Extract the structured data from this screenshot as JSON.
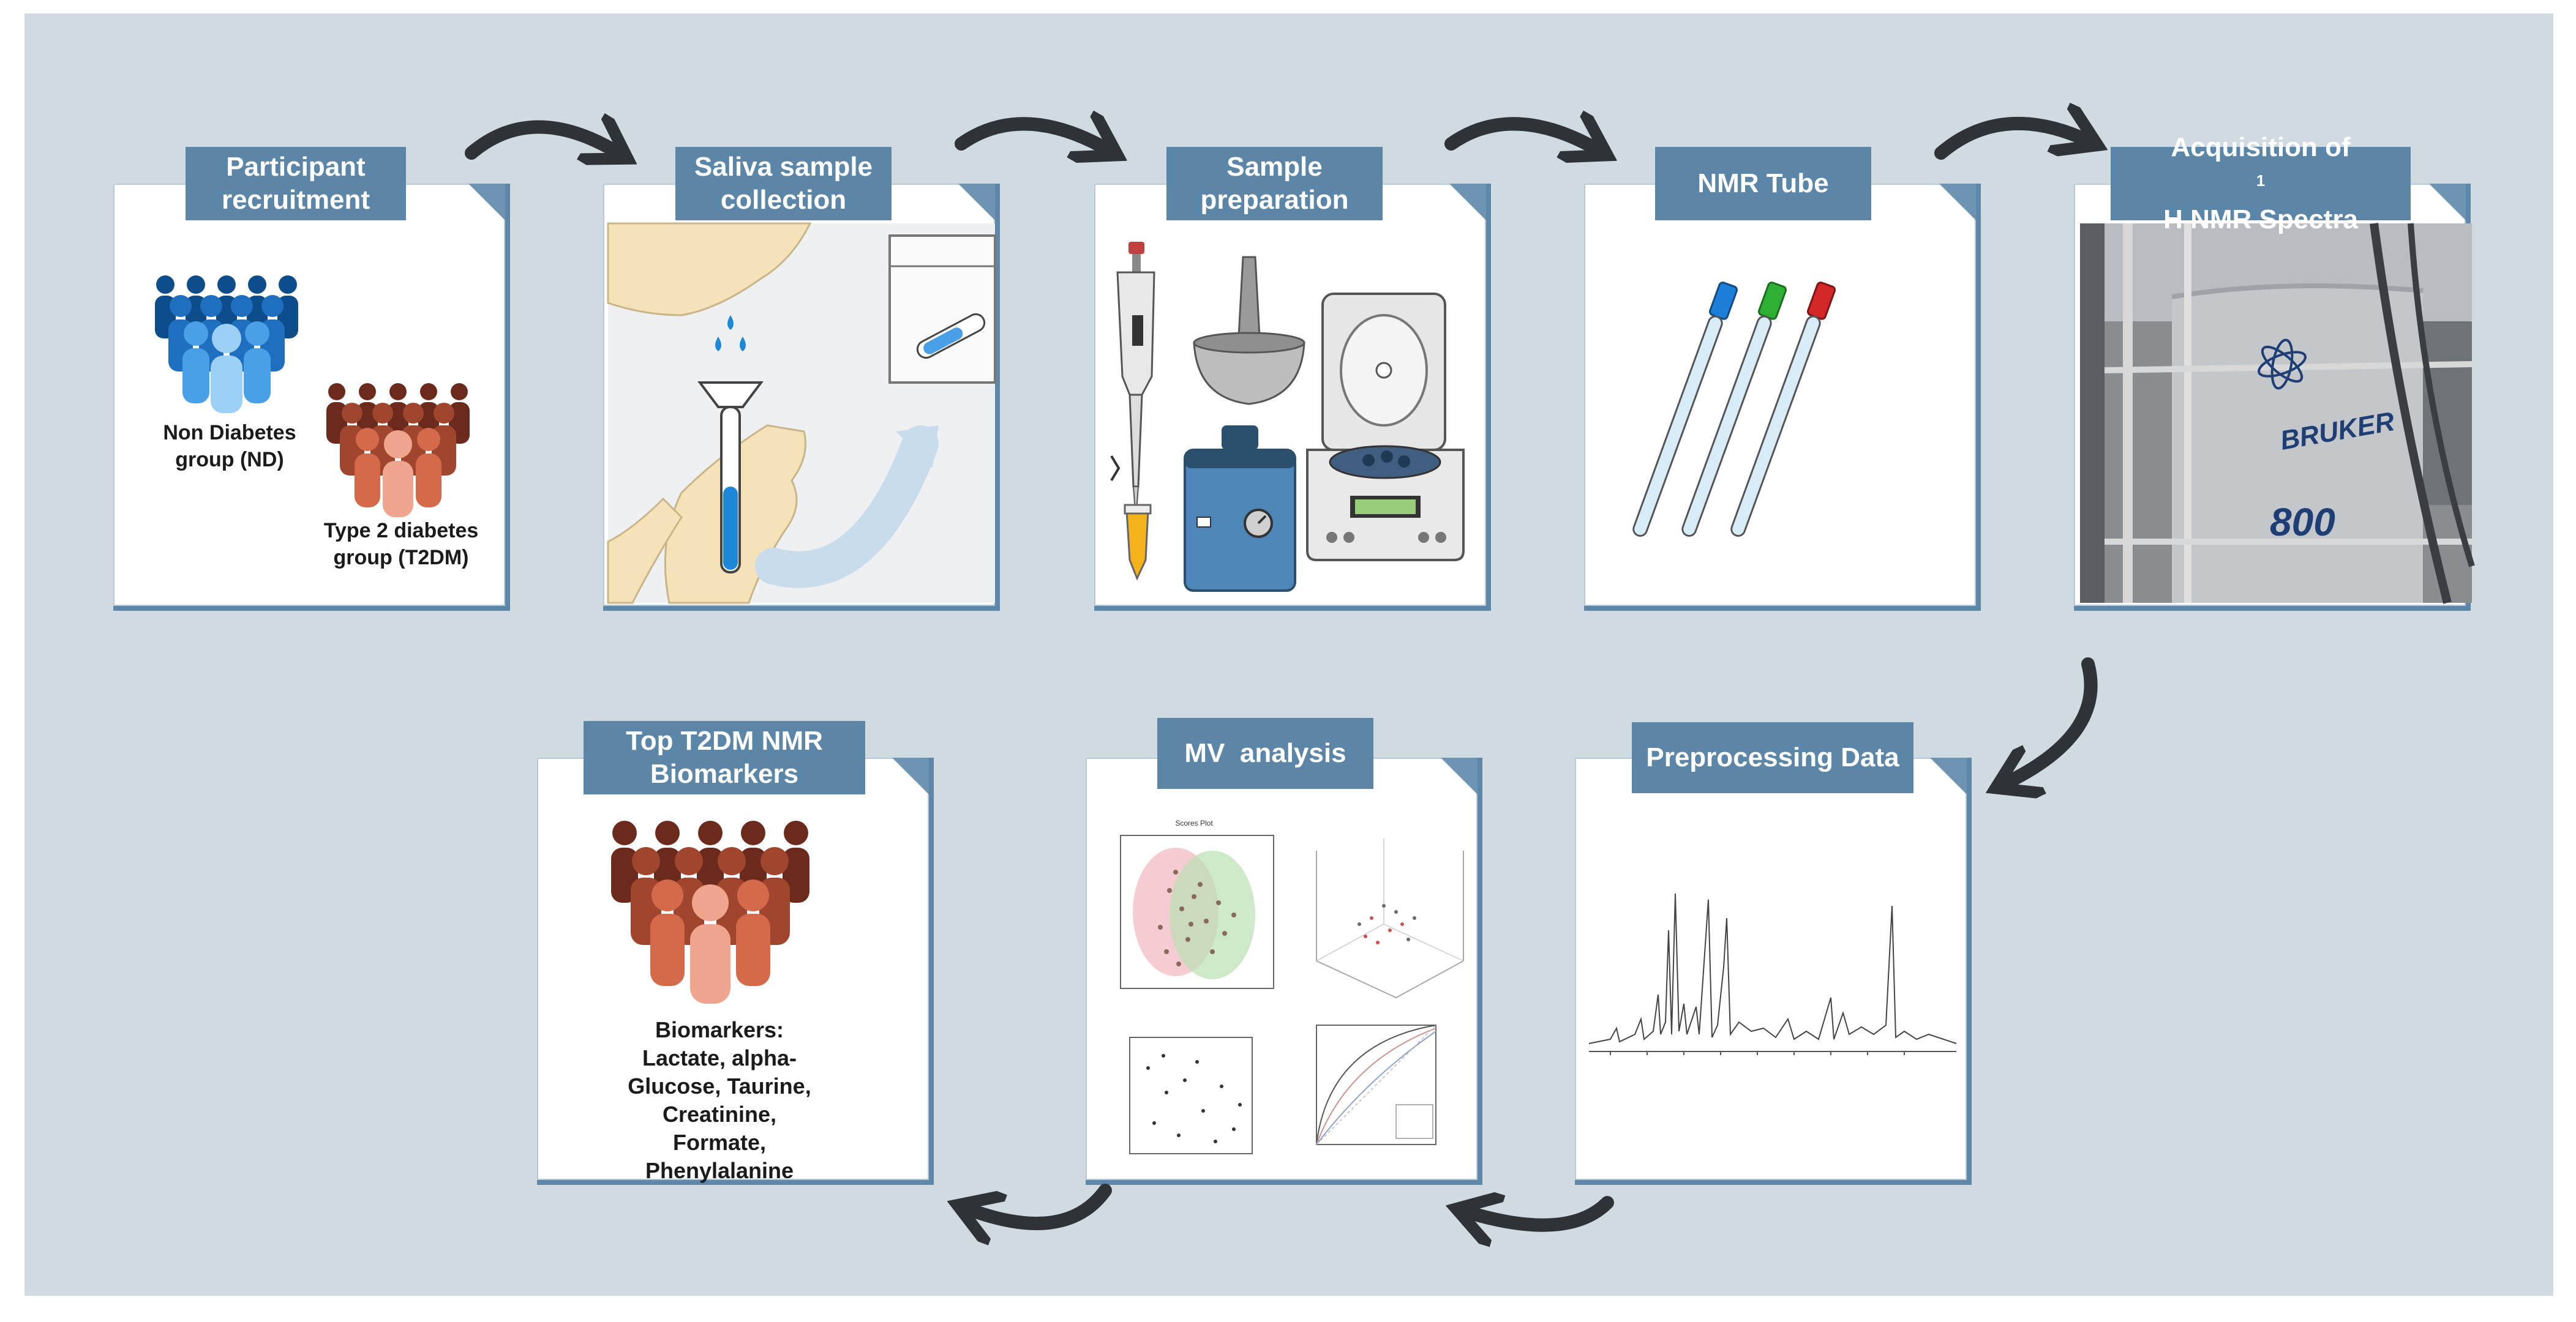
{
  "steps": {
    "participant": {
      "title": "Participant recruitment",
      "nd_label": "Non Diabetes group (ND)",
      "t2dm_label": "Type 2 diabetes group (T2DM)"
    },
    "saliva": {
      "title": "Saliva sample collection"
    },
    "prep": {
      "title": "Sample preparation"
    },
    "tube": {
      "title": "NMR Tube"
    },
    "acq": {
      "title_pre": "Acquisition of ",
      "title_sup": "1",
      "title_post": "H NMR Spectra",
      "photo_text": "800",
      "brand_text": "BRUKER"
    },
    "preproc": {
      "title": "Preprocessing Data"
    },
    "mv": {
      "title": "MV  analysis",
      "plot1_title": "Scores Plot"
    },
    "top": {
      "title": "Top T2DM NMR Biomarkers",
      "biomarkers": "Biomarkers: Lactate, alpha-Glucose, Taurine, Creatinine, Formate, Phenylalanine"
    }
  },
  "colors": {
    "background": "#d0dbe1",
    "header": "#5b86a8",
    "card_border": "#5f87a9",
    "arrow": "#2e3338",
    "blue_people": "#1e6fc0",
    "red_people": "#a0452e"
  }
}
